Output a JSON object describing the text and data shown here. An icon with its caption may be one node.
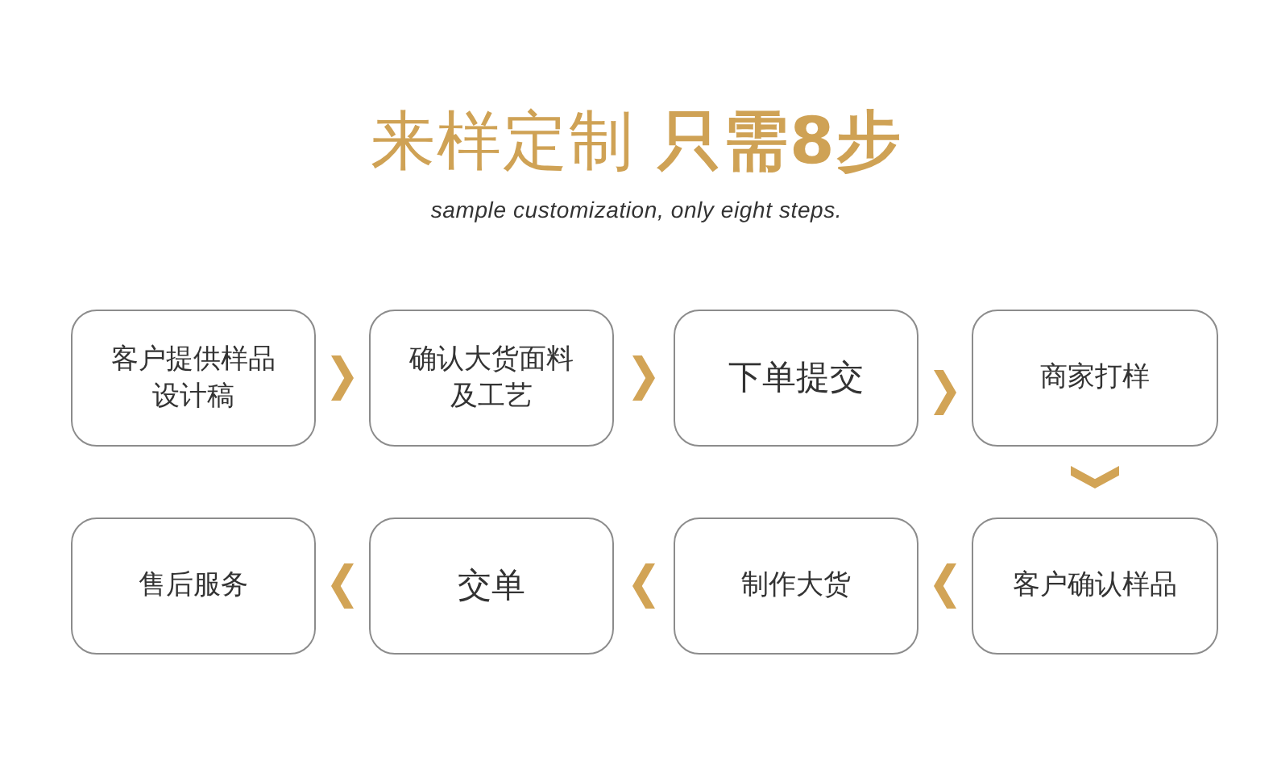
{
  "diagram": {
    "title": "来样定制 **只需8步**",
    "nodes": [
      {
        "text": [
          "客户提供样品设计稿"
        ]
      },
      {
        "text": [
          "确认大货面料及工艺"
        ]
      },
      {
        "text": [
          "下单提交"
        ]
      },
      {
        "text": [
          "商家打样"
        ]
      },
      {
        "text": [
          "客户确认样品"
        ]
      },
      {
        "text": [
          "制作大货"
        ]
      },
      {
        "text": [
          "交单"
        ]
      },
      {
        "text": [
          "售后服务"
        ]
      }
    ],
    "edges": [
      {
        "from": 0,
        "to": 1,
        "arrow": "to"
      },
      {
        "from": 1,
        "to": 2,
        "arrow": "to"
      },
      {
        "from": 2,
        "to": 3,
        "arrow": "to"
      },
      {
        "from": 3,
        "to": 4,
        "arrow": "to"
      },
      {
        "from": 4,
        "to": 5,
        "arrow": "to"
      },
      {
        "from": 5,
        "to": 6,
        "arrow": "to"
      },
      {
        "from": 6,
        "to": 7,
        "arrow": "to"
      }
    ],
    "labels": [
      "sample customization, only eight steps."
    ]
  }
}
